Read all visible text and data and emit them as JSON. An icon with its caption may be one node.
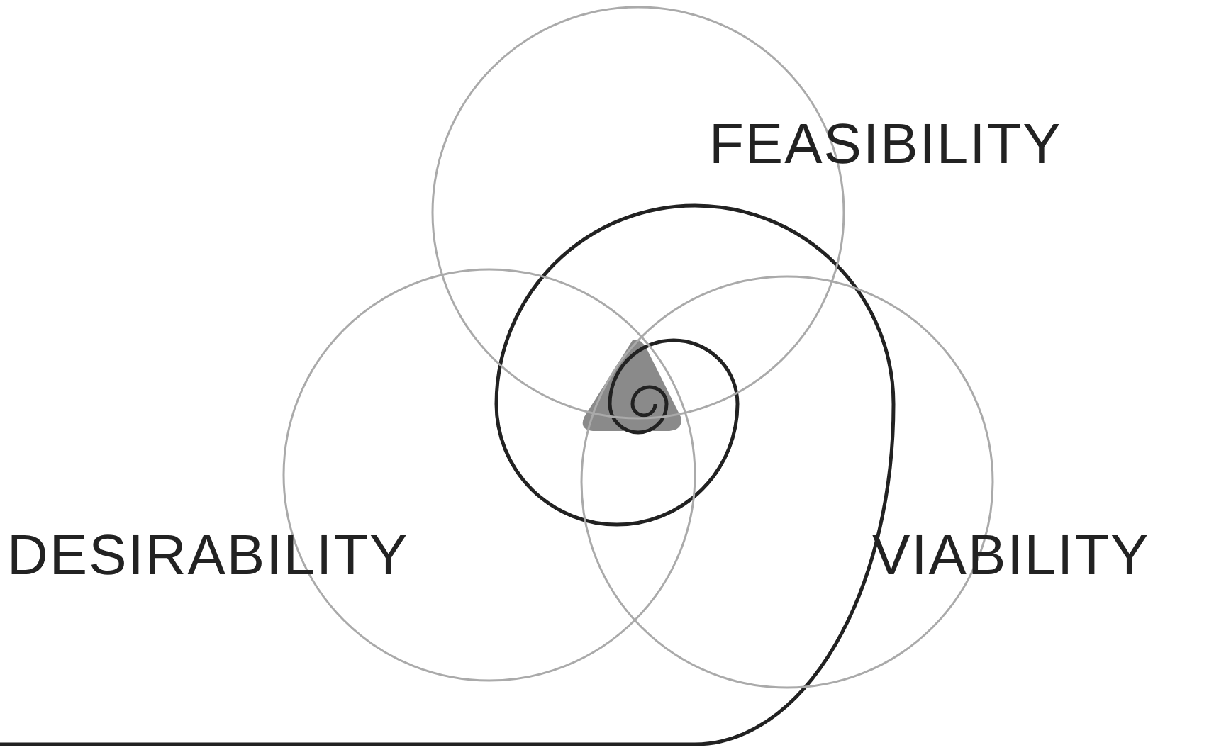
{
  "diagram": {
    "nodes": [
      {
        "text": [
          "FEASIBILITY"
        ]
      },
      {
        "text": [
          "DESIRABILITY"
        ]
      },
      {
        "text": [
          "VIABILITY"
        ]
      }
    ]
  }
}
